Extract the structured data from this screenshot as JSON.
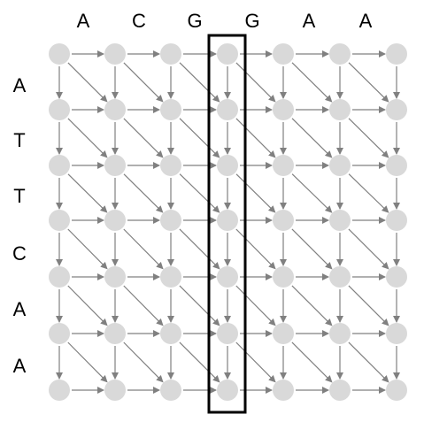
{
  "top_sequence": [
    "A",
    "C",
    "G",
    "G",
    "A",
    "A"
  ],
  "left_sequence": [
    "A",
    "T",
    "T",
    "C",
    "A",
    "A"
  ],
  "grid": {
    "rows": 7,
    "cols": 7,
    "highlighted_column": 3
  },
  "colors": {
    "node": "#d9d9d9",
    "edge": "#808080",
    "highlight": "#000000",
    "text": "#000000"
  }
}
